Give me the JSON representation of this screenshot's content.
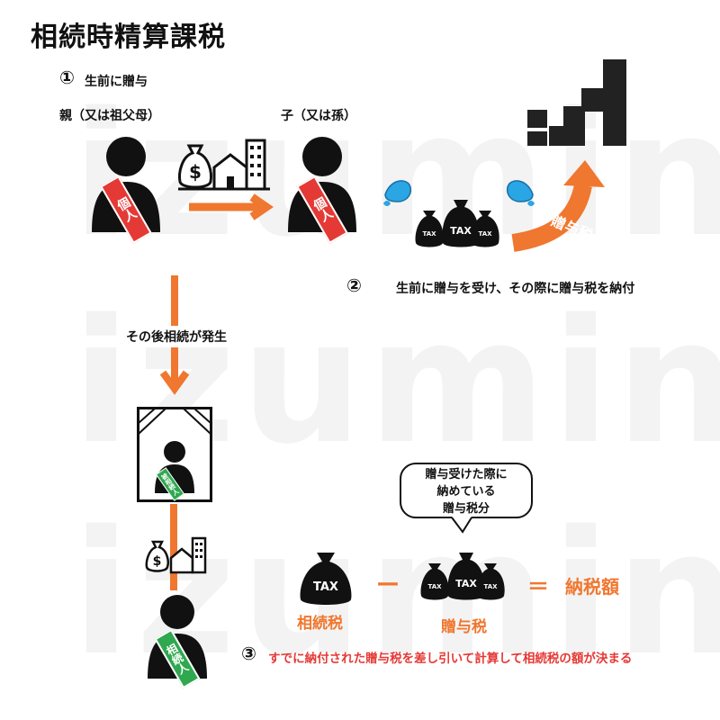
{
  "title": "相続時精算課税",
  "watermark": "izumin",
  "step1": {
    "number": "①",
    "label": "生前に贈与"
  },
  "parent": {
    "label": "親（又は祖父母）",
    "sash": "個人"
  },
  "child": {
    "label": "子（又は孫）",
    "sash": "個人"
  },
  "step2": {
    "number": "②",
    "label": "生前に贈与を受け、その際に贈与税を納付"
  },
  "gift_tax_arrow": "贈与税",
  "inheritance_event": "その後相続が発生",
  "portrait_sash": "被相続人",
  "heir_sash": "相続人",
  "bag_text": "TAX",
  "dollar_sign": "$",
  "bubble": {
    "lines": [
      "贈与受けた際に",
      "納めている",
      "贈与税分"
    ]
  },
  "formula": {
    "inheritance_tax": "相続税",
    "minus": "ー",
    "gift_tax": "贈与税",
    "equals": "＝",
    "payable": "納税額"
  },
  "step3": {
    "number": "③",
    "label": "すでに納付された贈与税を差し引いて計算して相続税の額が決まる"
  },
  "colors": {
    "orange": "#f0772f",
    "red": "#e53935",
    "green": "#2fa84f",
    "black": "#111111"
  }
}
